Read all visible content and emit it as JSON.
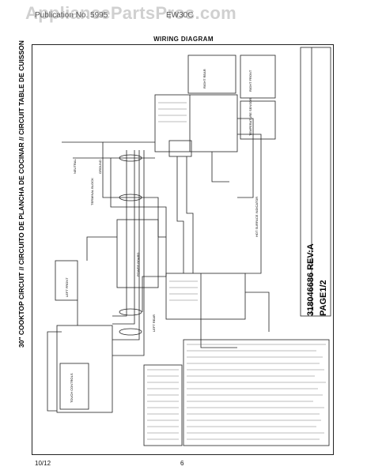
{
  "header": {
    "watermark": "AppliancePartsPros.com",
    "left_text": "Publication No. 5995",
    "right_text": "EW30C"
  },
  "page_title": "WIRING DIAGRAM",
  "diagram": {
    "circuit_title": "30\" COOKTOP CIRCUIT // CIRCUITO DE PLANCHA DE COCINAR // CIRCUIT TABLE DE CUISSON",
    "part_number": "318046686 REV:A",
    "page_ref": "PAGE1/2",
    "labels": {
      "terminal_block": "TERMINAL BLOCK",
      "ground": "GROUND",
      "neutral": "NEUTRAL",
      "power_board": "POWER BOARD",
      "touch_controls": "TOUCH CONTROLS",
      "lf_element": "LEFT FRONT",
      "lr_element": "LEFT REAR",
      "rf_element": "RIGHT FRONT",
      "rr_element": "RIGHT REAR",
      "hot_surface": "HOT SURFACE INDICATOR",
      "temp_sensor": "TEMPERATURE SENSOR"
    }
  },
  "footer": {
    "date": "10/12",
    "page_number": "6"
  }
}
